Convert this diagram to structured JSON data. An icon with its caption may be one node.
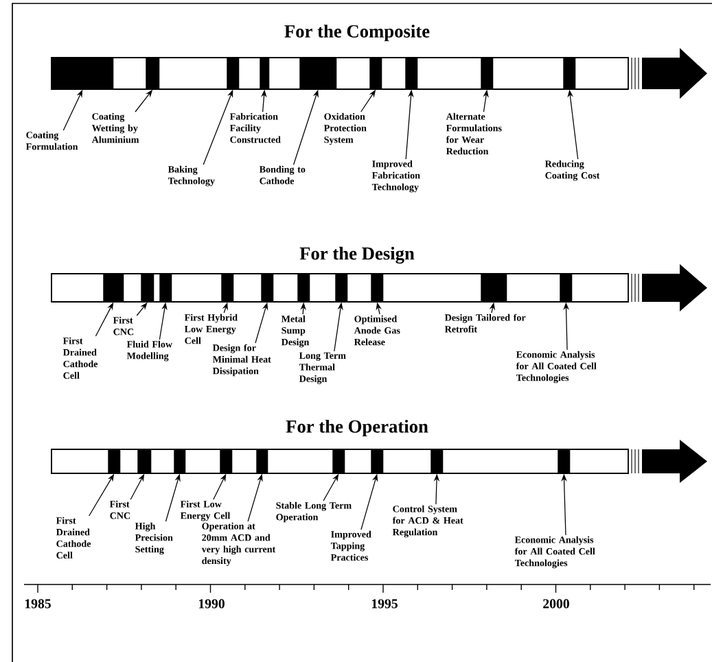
{
  "diagram": {
    "nodes": [
      {
        "text": [],
        "shape": "bar"
      },
      {
        "text": [],
        "shape": "bar"
      },
      {
        "text": [],
        "shape": "bar"
      },
      {
        "text": [],
        "shape": "bar"
      },
      {
        "text": [],
        "shape": "bar"
      },
      {
        "text": [],
        "shape": "bar"
      },
      {
        "text": [],
        "shape": "bar"
      },
      {
        "text": [],
        "shape": "bar"
      },
      {
        "text": [],
        "shape": "bar"
      },
      {
        "text": [
          "Coating Formulation"
        ]
      },
      {
        "text": [
          "Coating Wetting by Aluminium"
        ]
      },
      {
        "text": [
          "Baking Technology"
        ]
      },
      {
        "text": [
          "Fabrication Facility Constructed"
        ]
      },
      {
        "text": [
          "Bonding to Cathode"
        ]
      },
      {
        "text": [
          "Oxidation Protection System"
        ]
      },
      {
        "text": [
          "Improved Fabrication Technology"
        ]
      },
      {
        "text": [
          "Alternate Formulations for Wear Reduction"
        ]
      },
      {
        "text": [
          "Reducing Coating Cost"
        ]
      },
      {
        "text": [],
        "shape": "bar"
      },
      {
        "text": [],
        "shape": "bar"
      },
      {
        "text": [],
        "shape": "bar"
      },
      {
        "text": [],
        "shape": "bar"
      },
      {
        "text": [],
        "shape": "bar"
      },
      {
        "text": [],
        "shape": "bar"
      },
      {
        "text": [],
        "shape": "bar"
      },
      {
        "text": [],
        "shape": "bar"
      },
      {
        "text": [],
        "shape": "bar"
      },
      {
        "text": [],
        "shape": "bar"
      },
      {
        "text": [
          "First Drained Cathode Cell"
        ]
      },
      {
        "text": [
          "First CNC"
        ]
      },
      {
        "text": [
          "Fluid Flow Modelling"
        ]
      },
      {
        "text": [
          "First Hybrid Low Energy Cell"
        ]
      },
      {
        "text": [
          "Design for Minimal Heat Dissipation"
        ]
      },
      {
        "text": [
          "Metal Sump Design"
        ]
      },
      {
        "text": [
          "Long Term Thermal Design"
        ]
      },
      {
        "text": [
          "Optimised Anode Gas Release"
        ]
      },
      {
        "text": [
          "Design Tailored for Retrofit"
        ]
      },
      {
        "text": [
          "Economic Analysis for All Coated Cell Technologies"
        ]
      },
      {
        "text": [],
        "shape": "bar"
      },
      {
        "text": [],
        "shape": "bar"
      },
      {
        "text": [],
        "shape": "bar"
      },
      {
        "text": [],
        "shape": "bar"
      },
      {
        "text": [],
        "shape": "bar"
      },
      {
        "text": [],
        "shape": "bar"
      },
      {
        "text": [],
        "shape": "bar"
      },
      {
        "text": [],
        "shape": "bar"
      },
      {
        "text": [],
        "shape": "bar"
      },
      {
        "text": [
          "First Drained Cathode Cell"
        ]
      },
      {
        "text": [
          "First CNC"
        ]
      },
      {
        "text": [
          "High Precision Setting"
        ]
      },
      {
        "text": [
          "First Low Energy Cell"
        ]
      },
      {
        "text": [
          "Operation at 20mm ACD and very high current density"
        ]
      },
      {
        "text": [
          "Stable Long Term Operation"
        ]
      },
      {
        "text": [
          "Improved Tapping Practices"
        ]
      },
      {
        "text": [
          "Control System for ACD & Heat Regulation"
        ]
      },
      {
        "text": [
          "Economic Analysis for All Coated Cell Technologies"
        ]
      }
    ],
    "edges": [
      {
        "from": 9,
        "to": 0,
        "arrow": "to"
      },
      {
        "from": 10,
        "to": 1,
        "arrow": "to"
      },
      {
        "from": 11,
        "to": 2,
        "arrow": "to"
      },
      {
        "from": 12,
        "to": 3,
        "arrow": "to"
      },
      {
        "from": 13,
        "to": 4,
        "arrow": "to"
      },
      {
        "from": 14,
        "to": 5,
        "arrow": "to"
      },
      {
        "from": 15,
        "to": 6,
        "arrow": "to"
      },
      {
        "from": 16,
        "to": 7,
        "arrow": "to"
      },
      {
        "from": 17,
        "to": 8,
        "arrow": "to"
      },
      {
        "from": 28,
        "to": 18,
        "arrow": "to"
      },
      {
        "from": 29,
        "to": 19,
        "arrow": "to"
      },
      {
        "from": 30,
        "to": 20,
        "arrow": "to"
      },
      {
        "from": 31,
        "to": 21,
        "arrow": "to"
      },
      {
        "from": 32,
        "to": 22,
        "arrow": "to"
      },
      {
        "from": 33,
        "to": 23,
        "arrow": "to"
      },
      {
        "from": 34,
        "to": 24,
        "arrow": "to"
      },
      {
        "from": 35,
        "to": 25,
        "arrow": "to"
      },
      {
        "from": 36,
        "to": 26,
        "arrow": "to"
      },
      {
        "from": 37,
        "to": 27,
        "arrow": "to"
      },
      {
        "from": 47,
        "to": 38,
        "arrow": "to"
      },
      {
        "from": 48,
        "to": 39,
        "arrow": "to"
      },
      {
        "from": 49,
        "to": 40,
        "arrow": "to"
      },
      {
        "from": 50,
        "to": 41,
        "arrow": "to"
      },
      {
        "from": 51,
        "to": 42,
        "arrow": "to"
      },
      {
        "from": 52,
        "to": 43,
        "arrow": "to"
      },
      {
        "from": 53,
        "to": 44,
        "arrow": "to"
      },
      {
        "from": 54,
        "to": 45,
        "arrow": "to"
      },
      {
        "from": 55,
        "to": 46,
        "arrow": "to"
      }
    ],
    "labels": [
      "For the Composite",
      "For the Design",
      "For the Operation",
      "1985",
      "1990",
      "1995",
      "2000"
    ]
  }
}
